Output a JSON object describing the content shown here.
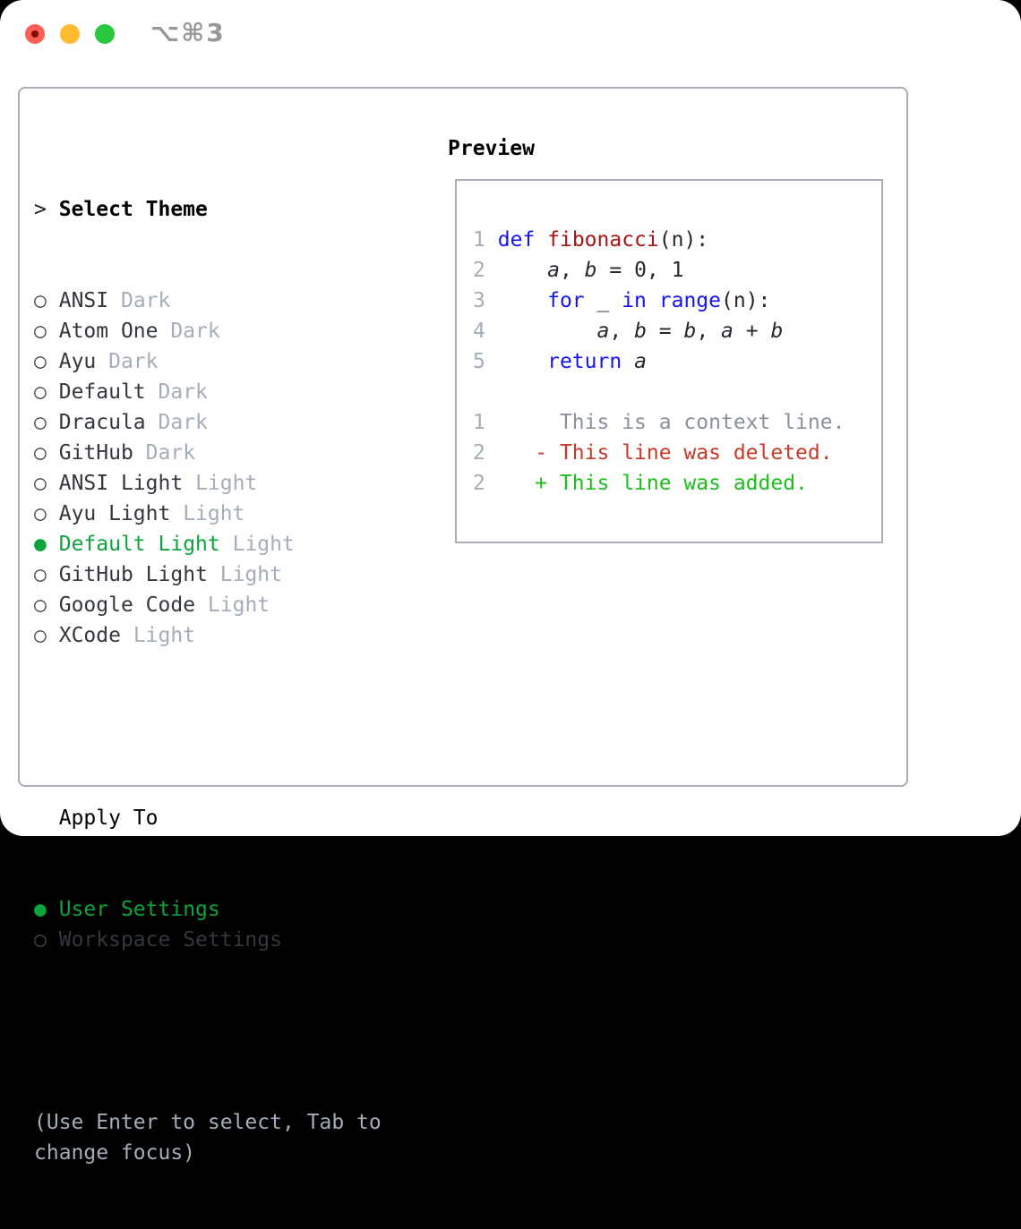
{
  "titlebar": {
    "shortcut": "⌥⌘3",
    "traffic_colors": {
      "close": "#ff5e57",
      "minimize": "#febb2f",
      "zoom": "#28c83f"
    }
  },
  "icons": {
    "radio_unselected": "○",
    "radio_selected": "●",
    "caret": ">"
  },
  "theme_selector": {
    "title_prefix": "> ",
    "title": "Select Theme",
    "themes": [
      {
        "name": "ANSI",
        "variant": "Dark",
        "selected": false
      },
      {
        "name": "Atom One",
        "variant": "Dark",
        "selected": false
      },
      {
        "name": "Ayu",
        "variant": "Dark",
        "selected": false
      },
      {
        "name": "Default",
        "variant": "Dark",
        "selected": false
      },
      {
        "name": "Dracula",
        "variant": "Dark",
        "selected": false
      },
      {
        "name": "GitHub",
        "variant": "Dark",
        "selected": false
      },
      {
        "name": "ANSI Light",
        "variant": "Light",
        "selected": false
      },
      {
        "name": "Ayu Light",
        "variant": "Light",
        "selected": false
      },
      {
        "name": "Default Light",
        "variant": "Light",
        "selected": true
      },
      {
        "name": "GitHub Light",
        "variant": "Light",
        "selected": false
      },
      {
        "name": "Google Code",
        "variant": "Light",
        "selected": false
      },
      {
        "name": "XCode",
        "variant": "Light",
        "selected": false
      }
    ],
    "apply_to": {
      "title": "Apply To",
      "options": [
        {
          "label": "User Settings",
          "selected": true
        },
        {
          "label": "Workspace Settings",
          "selected": false
        }
      ]
    },
    "hint_lines": [
      "(Use Enter to select, Tab to",
      "change focus)"
    ]
  },
  "preview": {
    "title": "Preview",
    "code_lines": [
      {
        "num": "1",
        "segments": [
          {
            "text": "def",
            "style": "kw"
          },
          {
            "text": " "
          },
          {
            "text": "fibonacci",
            "style": "fn"
          },
          {
            "text": "(n):"
          }
        ]
      },
      {
        "num": "2",
        "segments": [
          {
            "text": "    "
          },
          {
            "text": "a",
            "style": "var"
          },
          {
            "text": ", "
          },
          {
            "text": "b",
            "style": "var"
          },
          {
            "text": " = 0, 1"
          }
        ]
      },
      {
        "num": "3",
        "segments": [
          {
            "text": "    "
          },
          {
            "text": "for",
            "style": "kw"
          },
          {
            "text": " _ "
          },
          {
            "text": "in",
            "style": "kw"
          },
          {
            "text": " "
          },
          {
            "text": "range",
            "style": "kw"
          },
          {
            "text": "(n):"
          }
        ]
      },
      {
        "num": "4",
        "segments": [
          {
            "text": "        "
          },
          {
            "text": "a",
            "style": "var"
          },
          {
            "text": ", "
          },
          {
            "text": "b",
            "style": "var"
          },
          {
            "text": " = "
          },
          {
            "text": "b",
            "style": "var"
          },
          {
            "text": ", "
          },
          {
            "text": "a",
            "style": "var"
          },
          {
            "text": " + "
          },
          {
            "text": "b",
            "style": "var"
          }
        ]
      },
      {
        "num": "5",
        "segments": [
          {
            "text": "    "
          },
          {
            "text": "return",
            "style": "kw"
          },
          {
            "text": " "
          },
          {
            "text": "a",
            "style": "var"
          }
        ]
      }
    ],
    "diff_lines": [
      {
        "num": "1",
        "marker": " ",
        "text": "This is a context line.",
        "style": "context"
      },
      {
        "num": "2",
        "marker": "-",
        "text": "This line was deleted.",
        "style": "deleted"
      },
      {
        "num": "2",
        "marker": "+",
        "text": "This line was added.",
        "style": "added"
      }
    ]
  },
  "colors": {
    "panel_border": "#a9aeb9",
    "text": "#33373e",
    "muted": "#a4adb8",
    "selection_green": "#0ba53c",
    "keyword_blue": "#1414f0",
    "function_red": "#a81414",
    "diff_deleted_red": "#c83a28",
    "diff_added_green": "#1cbd1c",
    "diff_context_gray": "#8a919b"
  }
}
